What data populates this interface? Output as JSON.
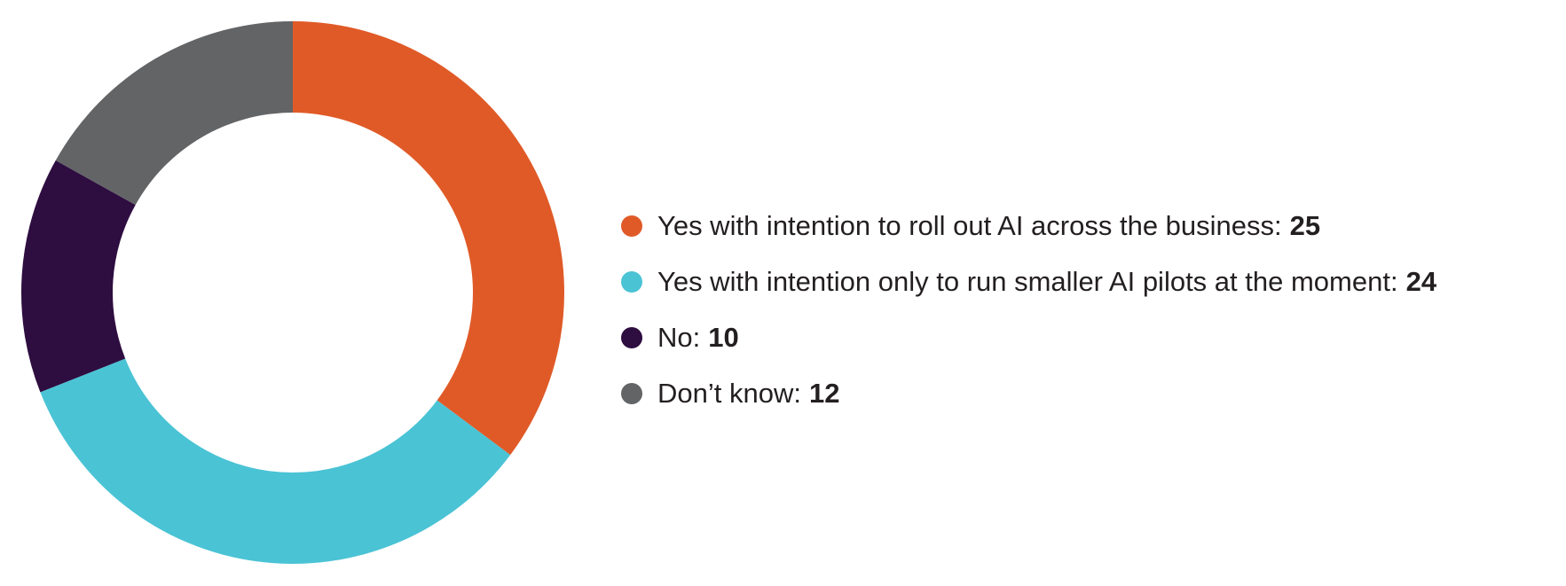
{
  "chart_data": {
    "type": "pie",
    "style": "donut",
    "title": "",
    "legend_position": "right",
    "series": [
      {
        "label": "Yes with intention to roll out AI across the business:",
        "value": 25,
        "color": "#e05a27"
      },
      {
        "label": "Yes with intention only to run smaller AI pilots at the moment:",
        "value": 24,
        "color": "#4ac3d5"
      },
      {
        "label": "No:",
        "value": 10,
        "color": "#2e0d40"
      },
      {
        "label": "Don’t know:",
        "value": 12,
        "color": "#636466"
      }
    ]
  }
}
